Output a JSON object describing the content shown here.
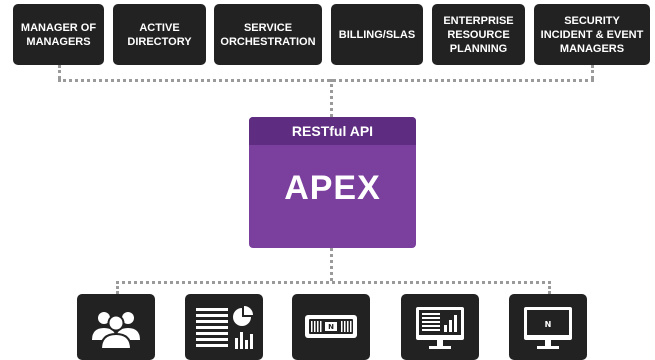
{
  "top_systems": [
    {
      "label": "MANAGER OF\nMANAGERS"
    },
    {
      "label": "ACTIVE\nDIRECTORY"
    },
    {
      "label": "SERVICE\nORCHESTRATION"
    },
    {
      "label": "BILLING/SLAS"
    },
    {
      "label": "ENTERPRISE\nRESOURCE\nPLANNING"
    },
    {
      "label": "SECURITY\nINCIDENT & EVENT\nMANAGERS"
    }
  ],
  "apex": {
    "api_label": "RESTful API",
    "title": "APEX"
  },
  "bottom_icons": [
    {
      "icon": "users-group-icon"
    },
    {
      "icon": "report-document-icon"
    },
    {
      "icon": "network-appliance-icon"
    },
    {
      "icon": "monitor-chart-icon"
    },
    {
      "icon": "monitor-appliance-icon"
    }
  ],
  "colors": {
    "box_dark": "#222222",
    "apex_purple": "#7b3f9e",
    "apex_header": "#5e2c80",
    "connector": "#9a9a9a"
  }
}
